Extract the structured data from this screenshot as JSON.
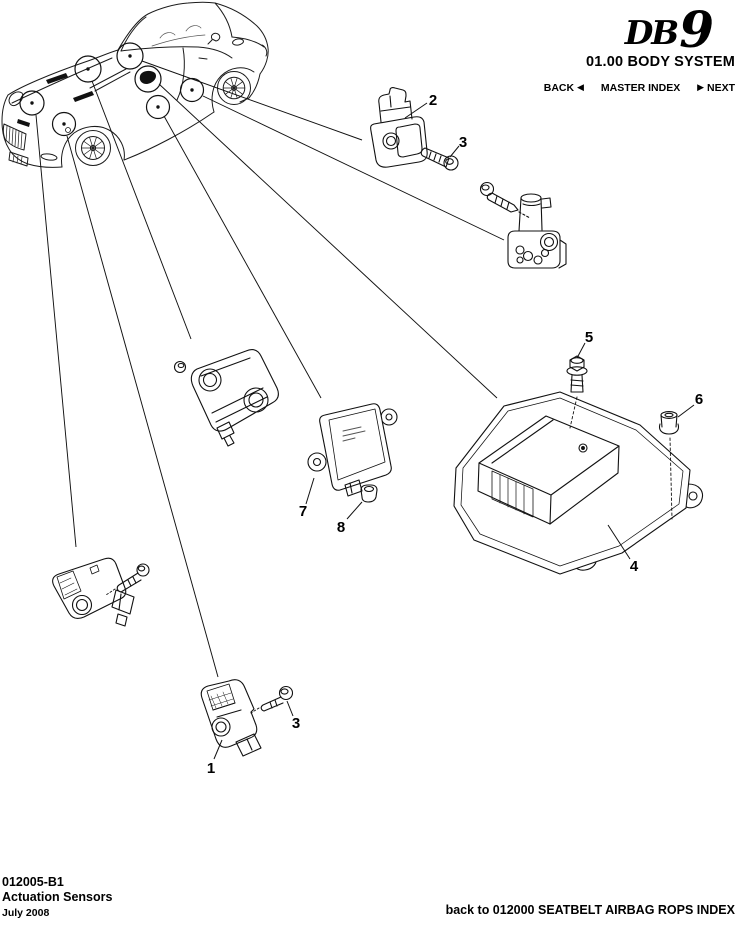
{
  "header": {
    "logo_db": "DB",
    "logo_nine": "9",
    "system_title": "01.00 BODY SYSTEM",
    "nav": {
      "back_label": "BACK",
      "back_arrow": "◀",
      "master_index_label": "MASTER INDEX",
      "next_arrow": "▶",
      "next_label": "NEXT"
    }
  },
  "diagram": {
    "callout_labels": {
      "part1": "1",
      "part2": "2",
      "bolt3_upper": "3",
      "bolt3_lower": "3",
      "part4": "4",
      "part5": "5",
      "part6": "6",
      "part7": "7",
      "part8": "8"
    }
  },
  "footer": {
    "drawing_number": "012005-B1",
    "drawing_title": "Actuation Sensors",
    "date": "July 2008",
    "back_link": "back to 012000 SEATBELT AIRBAG ROPS INDEX"
  },
  "colors": {
    "ink": "#000000",
    "line": "#1a1a1a",
    "background": "#ffffff"
  }
}
